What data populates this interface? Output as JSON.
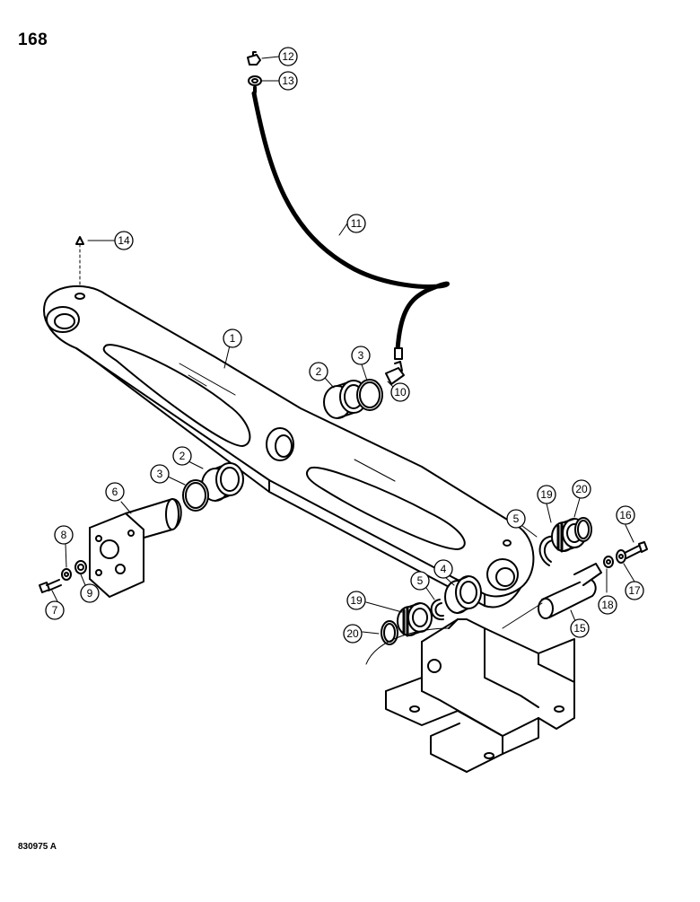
{
  "page": {
    "number": "168",
    "reference_code": "830975 A"
  },
  "callouts": [
    {
      "id": "c12",
      "label": "12"
    },
    {
      "id": "c13",
      "label": "13"
    },
    {
      "id": "c11",
      "label": "11"
    },
    {
      "id": "c14",
      "label": "14"
    },
    {
      "id": "c1",
      "label": "1"
    },
    {
      "id": "c3a",
      "label": "3"
    },
    {
      "id": "c2a",
      "label": "2"
    },
    {
      "id": "c10",
      "label": "10"
    },
    {
      "id": "c2b",
      "label": "2"
    },
    {
      "id": "c3b",
      "label": "3"
    },
    {
      "id": "c6",
      "label": "6"
    },
    {
      "id": "c8",
      "label": "8"
    },
    {
      "id": "c9",
      "label": "9"
    },
    {
      "id": "c7",
      "label": "7"
    },
    {
      "id": "c19a",
      "label": "19"
    },
    {
      "id": "c20a",
      "label": "20"
    },
    {
      "id": "c5a",
      "label": "5"
    },
    {
      "id": "c16",
      "label": "16"
    },
    {
      "id": "c4",
      "label": "4"
    },
    {
      "id": "c5b",
      "label": "5"
    },
    {
      "id": "c19b",
      "label": "19"
    },
    {
      "id": "c18",
      "label": "18"
    },
    {
      "id": "c17",
      "label": "17"
    },
    {
      "id": "c15",
      "label": "15"
    },
    {
      "id": "c20b",
      "label": "20"
    }
  ]
}
